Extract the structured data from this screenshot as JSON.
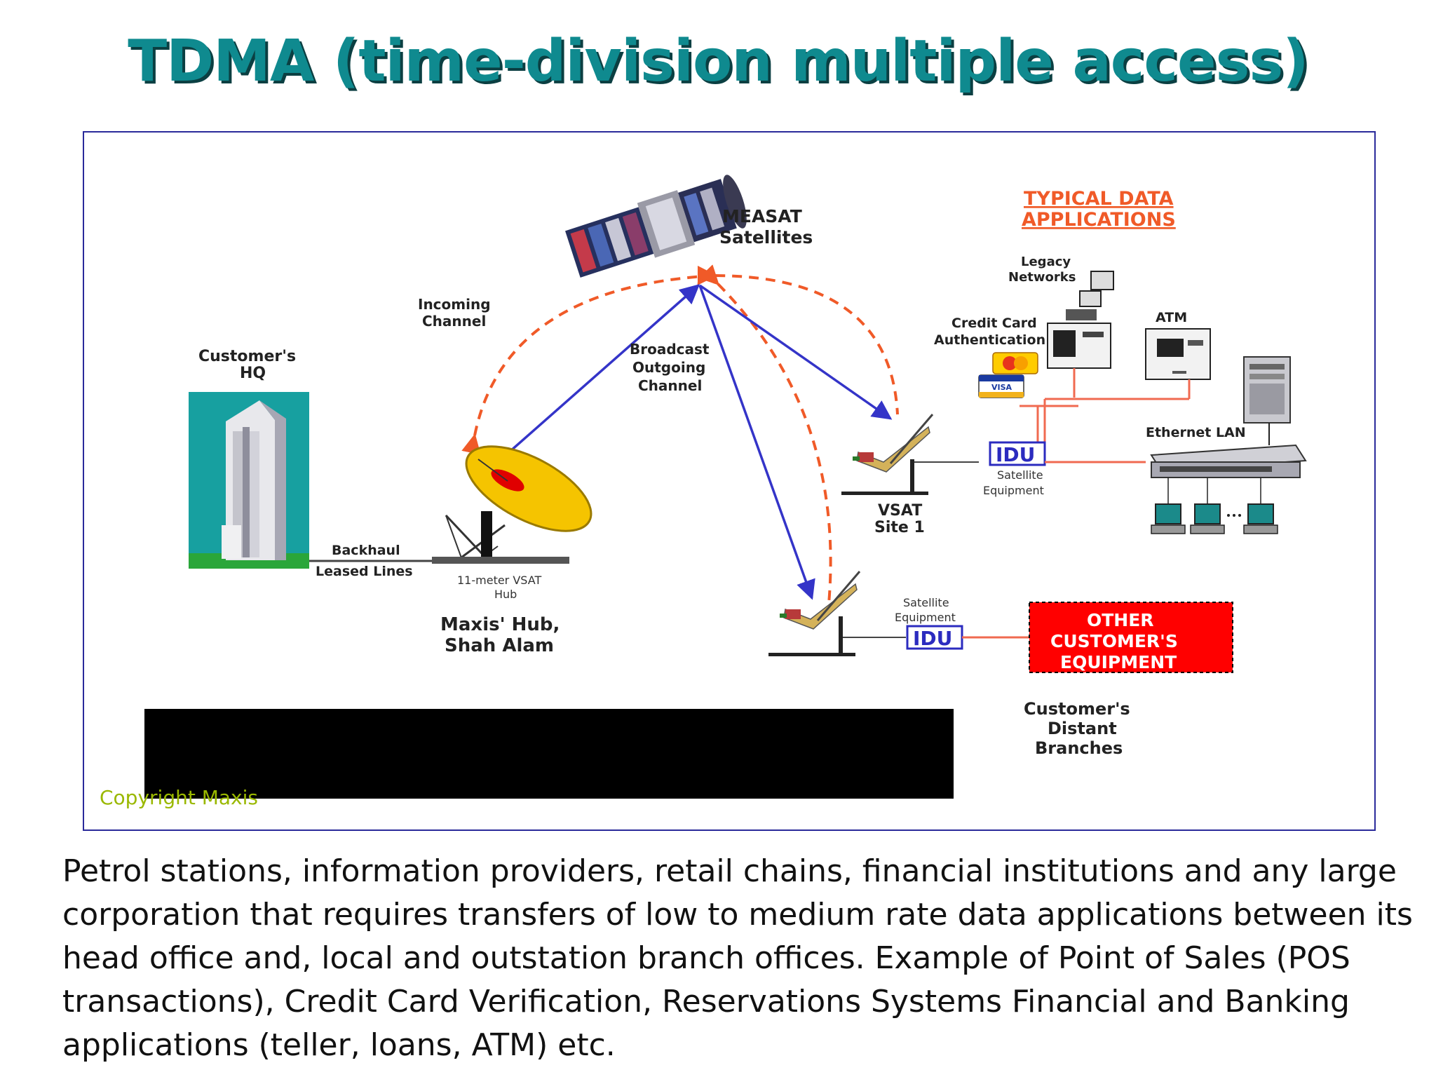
{
  "slide": {
    "title": "TDMA (time-division multiple access)",
    "caption": "Petrol stations, information providers, retail chains, financial institutions and any large corporation that requires transfers of low to medium rate data applications between its head office and, local and outstation branch offices. Example of Point of Sales (POS transactions), Credit Card Verification, Reservations Systems Financial and Banking applications (teller, loans, ATM)  etc."
  },
  "diagram": {
    "satellite": {
      "line1": "MEASAT",
      "line2": "Satellites"
    },
    "incoming": {
      "line1": "Incoming",
      "line2": "Channel"
    },
    "broadcast": {
      "line1": "Broadcast",
      "line2": "Outgoing",
      "line3": "Channel"
    },
    "hq": {
      "line1": "Customer's",
      "line2": "HQ"
    },
    "backhaul": {
      "line1": "Backhaul",
      "line2": "Leased Lines"
    },
    "hub_dish": {
      "line1": "11-meter VSAT",
      "line2": "Hub"
    },
    "hub": {
      "line1": "Maxis' Hub,",
      "line2": "Shah Alam"
    },
    "typical": {
      "line1": "TYPICAL DATA",
      "line2": "APPLICATIONS"
    },
    "legacy": {
      "line1": "Legacy",
      "line2": "Networks"
    },
    "credit": {
      "line1": "Credit Card",
      "line2": "Authentication"
    },
    "atm": "ATM",
    "ethernet": "Ethernet LAN",
    "idu_label": "IDU",
    "sat_equip": {
      "line1": "Satellite",
      "line2": "Equipment"
    },
    "vsat": {
      "line1": "VSAT",
      "line2": "Site 1"
    },
    "other": {
      "line1": "OTHER",
      "line2": "CUSTOMER'S",
      "line3": "EQUIPMENT"
    },
    "distant": {
      "line1": "Customer's",
      "line2": "Distant",
      "line3": "Branches"
    },
    "visa": "VISA",
    "copyright": "Copyright Maxis"
  },
  "colors": {
    "title": "#0f8a8f",
    "link_blue": "#3434c8",
    "dashed_red": "#f05a28",
    "alert_red": "#ff0000",
    "idu_blue": "#2b2bbf"
  }
}
